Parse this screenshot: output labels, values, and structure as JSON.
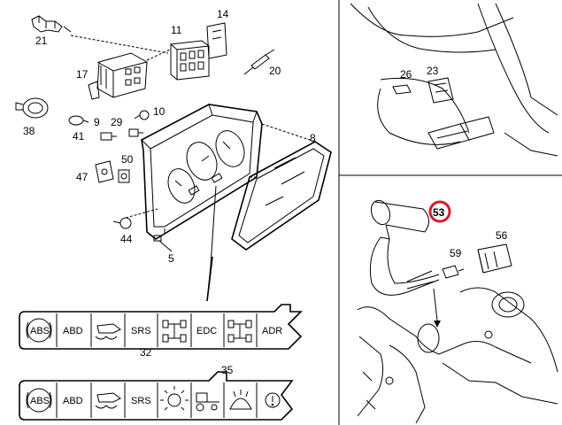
{
  "diagram": {
    "part_labels": {
      "p21": "21",
      "p11": "11",
      "p14": "14",
      "p17": "17",
      "p20": "20",
      "p38": "38",
      "p9": "9",
      "p10": "10",
      "p41": "41",
      "p29": "29",
      "p8": "8",
      "p50": "50",
      "p47": "47",
      "p44": "44",
      "p5": "5",
      "p26": "26",
      "p23": "23",
      "p53": "53",
      "p56": "56",
      "p59": "59",
      "p32": "32",
      "p35": "35"
    },
    "highlight_color": "#cc1f2a",
    "strip_32": [
      "ABS",
      "ABD",
      "",
      "SRS",
      "",
      "EDC",
      "",
      "ADR"
    ],
    "strip_35": [
      "ABS",
      "ABD",
      "",
      "SRS",
      "",
      "",
      "",
      ""
    ]
  }
}
